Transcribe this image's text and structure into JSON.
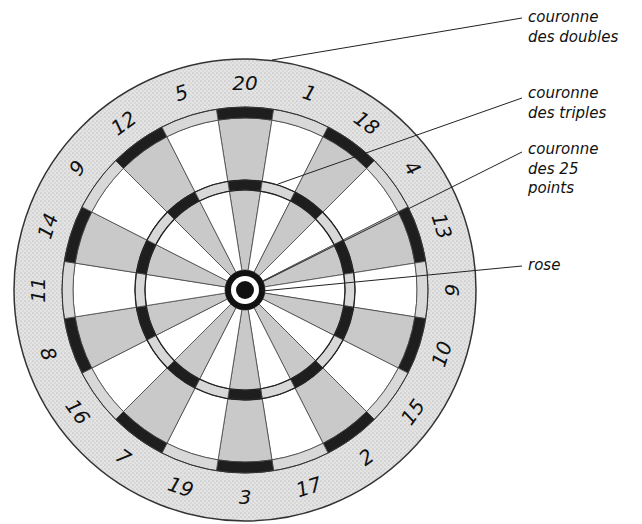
{
  "diagram": {
    "labels": [
      "20",
      "1",
      "18",
      "4",
      "13",
      "6",
      "10",
      "15",
      "2",
      "17",
      "3",
      "19",
      "7",
      "16",
      "8",
      "11",
      "14",
      "9",
      "12",
      "5",
      "couronne des doubles",
      "couronne des triples",
      "couronne des 25 points",
      "rose"
    ]
  }
}
